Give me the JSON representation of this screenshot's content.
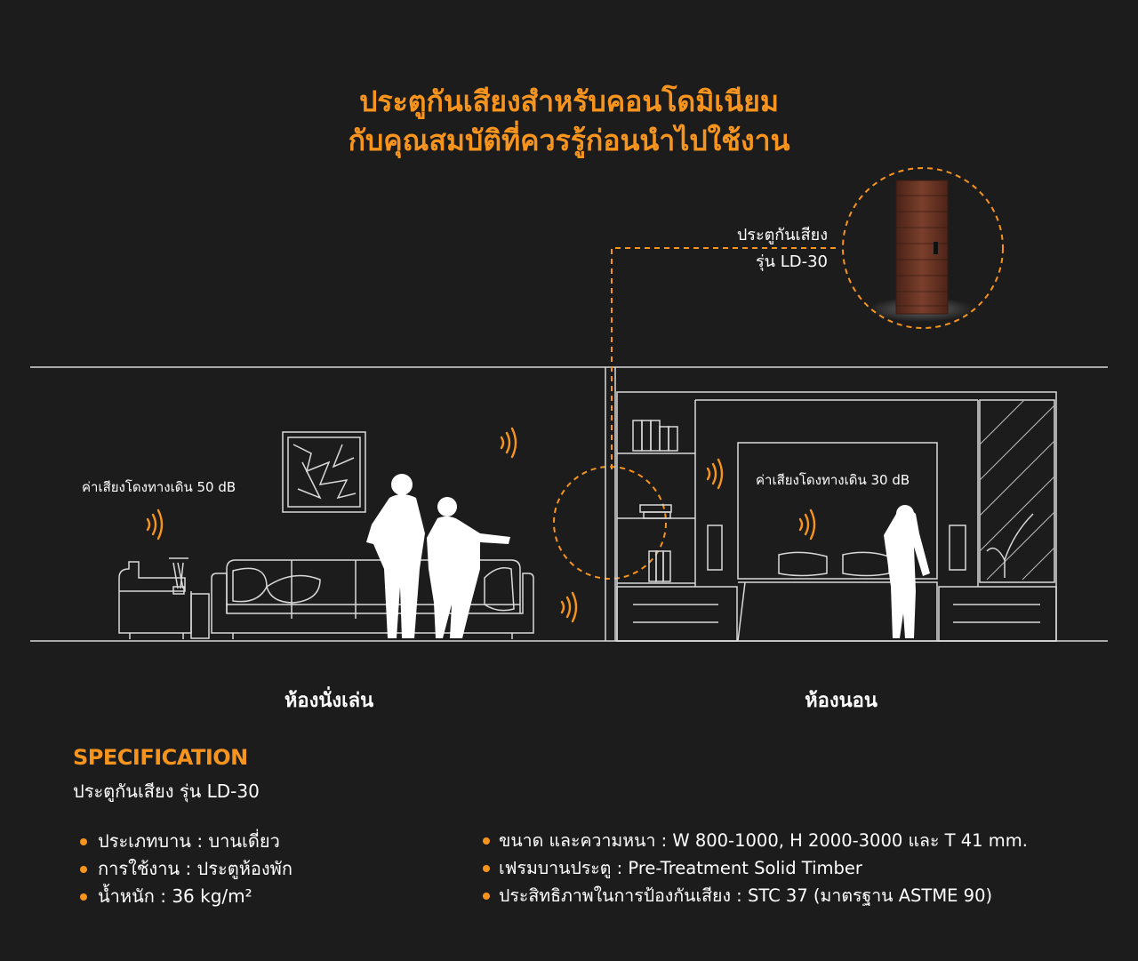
{
  "title": {
    "line1": "ประตูกันเสียงสำหรับคอนโดมิเนียม",
    "line2": "กับคุณสมบัติที่ควรรู้ก่อนนำไปใช้งาน"
  },
  "door_callout": {
    "line1": "ประตูกันเสียง",
    "line2": "รุ่น LD-30"
  },
  "living_room": {
    "label": "ห้องนั่งเล่น",
    "noise": "ค่าเสียงโดงทางเดิน 50 dB"
  },
  "bedroom": {
    "label": "ห้องนอน",
    "noise": "ค่าเสียงโดงทางเดิน 30 dB"
  },
  "specification": {
    "heading": "SPECIFICATION",
    "subtitle": "ประตูกันเสียง รุ่น  LD-30",
    "left_items": [
      "ประเภทบาน : บานเดี่ยว",
      "การใช้งาน : ประตูห้องพัก",
      "น้ำหนัก : 36 kg/m²"
    ],
    "right_items": [
      "ขนาด และความหนา : W 800-1000, H 2000-3000 และ T 41 mm.",
      "เฟรมบานประตู : Pre-Treatment Solid Timber",
      "ประสิทธิภาพในการป้องกันเสียง : STC 37 (มาตรฐาน ASTME 90)"
    ]
  },
  "colors": {
    "background": "#1c1c1c",
    "accent": "#f7941d",
    "line": "#d9d9d9",
    "text": "#ffffff",
    "door_wood": "#6b3a2a"
  }
}
